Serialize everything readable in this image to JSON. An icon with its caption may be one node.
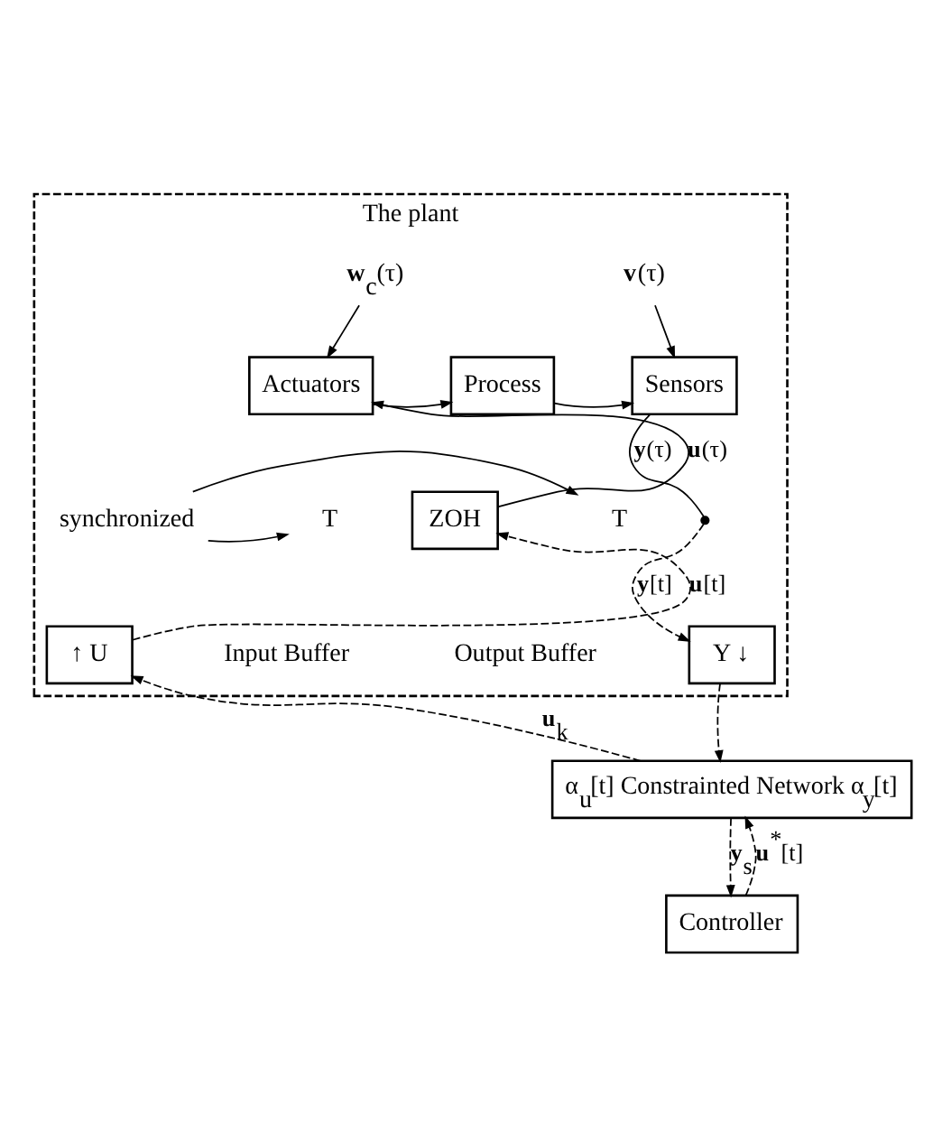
{
  "diagram": {
    "nodes": [
      {
        "text": [
          "The plant"
        ]
      },
      {
        "text": [
          "**w**$_{c}$(τ)"
        ],
        "in": 0
      },
      {
        "text": [
          "**v**(τ)"
        ],
        "in": 0
      },
      {
        "text": [
          "Actuators"
        ],
        "in": 0
      },
      {
        "text": [
          "Process"
        ],
        "in": 0
      },
      {
        "text": [
          "Sensors"
        ],
        "in": 0
      },
      {
        "text": [
          "ZOH"
        ],
        "in": 0
      },
      {
        "text": [
          "T"
        ],
        "in": 0
      },
      {
        "text": [
          "synchronized"
        ],
        "in": 0
      },
      {
        "text": [
          "T"
        ],
        "in": 0
      },
      {
        "text": [],
        "shape": "switch",
        "in": 0
      },
      {
        "text": [
          "↑ U"
        ],
        "beside": [
          "Input Buffer"
        ],
        "in": 0
      },
      {
        "text": [
          "Y ↓"
        ],
        "beside": [
          "Output Buffer"
        ],
        "in": 0
      },
      {
        "text": [
          "α$_{u}$[t] Constrainted Network α$_{y}$[t]"
        ]
      },
      {
        "text": [
          "Controller"
        ]
      }
    ],
    "edges": [
      {
        "from": 1,
        "to": 3,
        "arrow": "to"
      },
      {
        "from": 2,
        "to": 5,
        "arrow": "to"
      },
      {
        "from": 3,
        "to": 4,
        "arrow": "to"
      },
      {
        "from": 4,
        "to": 5,
        "arrow": "to"
      },
      {
        "from": 6,
        "to": 3,
        "arrow": "to",
        "label": "**u**(τ)"
      },
      {
        "from": 8,
        "to": 7,
        "arrow": "to"
      },
      {
        "from": 8,
        "to": 9,
        "arrow": "to"
      },
      {
        "from": 5,
        "to": 10,
        "arrow": "none",
        "label": "**y**(τ)"
      },
      {
        "from": 10,
        "to": 12,
        "arrow": "to",
        "style": "dashed",
        "label": "**y**[t]"
      },
      {
        "from": 11,
        "to": 6,
        "arrow": "to",
        "style": "dashed",
        "label": "**u**[t]"
      },
      {
        "from": 13,
        "to": 11,
        "arrow": "to",
        "style": "dashed",
        "label": "**u**$_{k}$"
      },
      {
        "from": 12,
        "to": 13,
        "arrow": "to",
        "style": "dashed"
      },
      {
        "from": 13,
        "to": 14,
        "arrow": "to",
        "style": "dashed",
        "label": "**y**$_{s}$"
      },
      {
        "from": 14,
        "to": 13,
        "arrow": "to",
        "style": "dashed",
        "label": "**u**$^{*}$[t]"
      }
    ]
  }
}
